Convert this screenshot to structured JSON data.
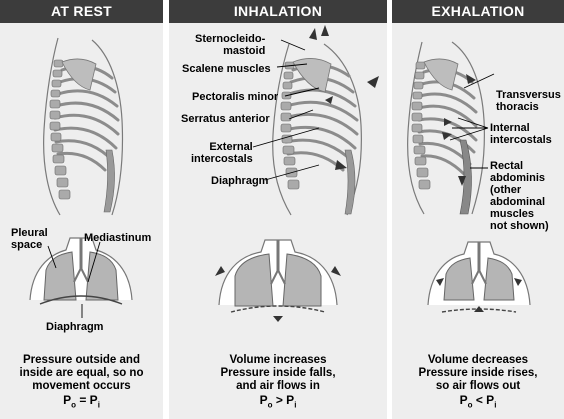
{
  "panels": {
    "rest": {
      "title": "AT REST",
      "labels": {
        "pleural": "Pleural\nspace",
        "mediastinum": "Mediastinum",
        "diaphragm": "Diaphragm"
      },
      "caption": [
        "Pressure outside and",
        "inside are equal, so no",
        "movement occurs"
      ],
      "equation": {
        "left": "P",
        "left_sub": "o",
        "op": " = ",
        "right": "P",
        "right_sub": "i"
      }
    },
    "inhale": {
      "title": "INHALATION",
      "labels": {
        "scm": "Sternocleido-\nmastoid",
        "scalene": "Scalene muscles",
        "pec": "Pectoralis minor",
        "serratus": "Serratus anterior",
        "ext_ic": "External\nintercostals",
        "diaphragm": "Diaphragm"
      },
      "caption": [
        "Volume increases",
        "Pressure inside falls,",
        "and air flows in"
      ],
      "equation": {
        "left": "P",
        "left_sub": "o",
        "op": " > ",
        "right": "P",
        "right_sub": "i"
      }
    },
    "exhale": {
      "title": "EXHALATION",
      "labels": {
        "transversus": "Transversus\nthoracis",
        "int_ic": "Internal\nintercostals",
        "rectal": "Rectal\nabdominis\n(other\nabdominal\nmuscles\nnot shown)"
      },
      "caption": [
        "Volume decreases",
        "Pressure inside rises,",
        "so air flows out"
      ],
      "equation": {
        "left": "P",
        "left_sub": "o",
        "op": " < ",
        "right": "P",
        "right_sub": "i"
      }
    }
  },
  "colors": {
    "header_bg": "#3c3c3c",
    "panel_bg": "#eeeeee",
    "lung_fill": "#b5b5b5",
    "bone": "#9a9a9a"
  }
}
